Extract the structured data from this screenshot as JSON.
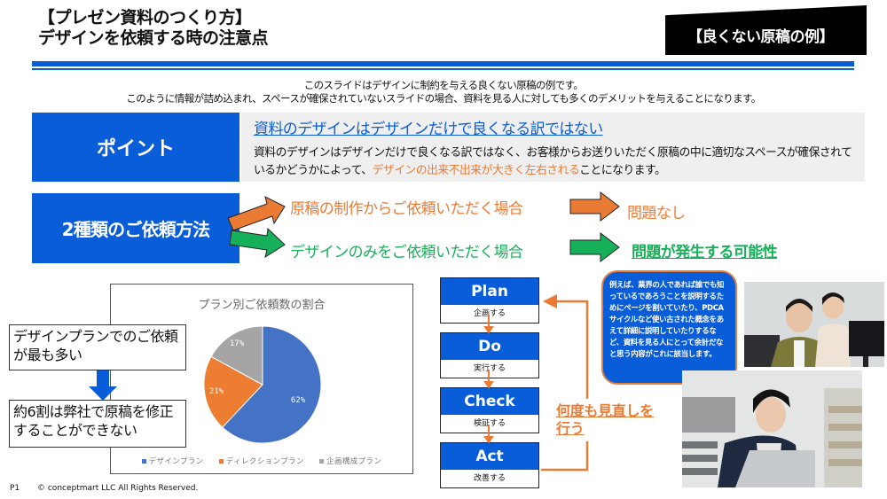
{
  "header": {
    "title_line1": "【プレゼン資料のつくり方】",
    "title_line2": "デザインを依頼する時の注意点",
    "badge": "【良くない原稿の例】",
    "accent_color": "#0a5dd9"
  },
  "intro": {
    "line1": "このスライドはデザインに制約を与える良くない原稿の例です。",
    "line2": "このように情報が詰め込まれ、スペースが確保されていないスライドの場合、資料を見る人に対しても多くのデメリットを与えることになります。"
  },
  "point": {
    "label": "ポイント",
    "heading": "資料のデザインはデザインだけで良くなる訳ではない",
    "body_before": "資料のデザインはデザインだけで良くなる訳ではなく、お客様からお送りいただく原稿の中に適切なスペースが確保されているかどうかによって、",
    "body_highlight": "デザインの出来不出来が大きく左右される",
    "body_after": "ことになります。",
    "highlight_color": "#ea7b34"
  },
  "methods": {
    "label": "2種類のご依頼方法",
    "items": [
      {
        "case": "原稿の制作からご依頼いただく場合",
        "result": "問題なし",
        "color": "#ea7b34"
      },
      {
        "case": "デザインのみをご依頼いただく場合",
        "result": "問題が発生する可能性",
        "color": "#17b05a"
      }
    ]
  },
  "chart_data": {
    "type": "pie",
    "title": "プラン別ご依頼数の割合",
    "categories": [
      "デザインプラン",
      "ディレクションプラン",
      "企画構成プラン"
    ],
    "values": [
      62,
      21,
      17
    ],
    "labels": [
      "62%",
      "21%",
      "17%"
    ],
    "colors": [
      "#4472c4",
      "#ed7d31",
      "#a5a5a5"
    ],
    "legend_position": "bottom"
  },
  "notes": {
    "top": "デザインプランでのご依頼が最も多い",
    "bottom": "約6割は弊社で原稿を修正することができない"
  },
  "pdca": [
    {
      "title": "Plan",
      "desc": "企画する"
    },
    {
      "title": "Do",
      "desc": "実行する"
    },
    {
      "title": "Check",
      "desc": "検証する"
    },
    {
      "title": "Act",
      "desc": "改善する"
    }
  ],
  "callout": {
    "text": "例えば、業界の人であれば誰でも知っているであろうことを説明するためにページを割いていたり、PDCAサイクルなど使い古された概念をあえて詳細に説明していたりするなど、資料を見る人にとって余計だなと思う内容がこれに該当します。"
  },
  "review": {
    "line1": "何度も見直しを",
    "line2": "行う"
  },
  "photos": {
    "top": "office-workers-photo",
    "bottom": "tired-worker-photo"
  },
  "footer": {
    "page": "P1",
    "copyright": "© conceptmart LLC All Rights Reserved."
  }
}
